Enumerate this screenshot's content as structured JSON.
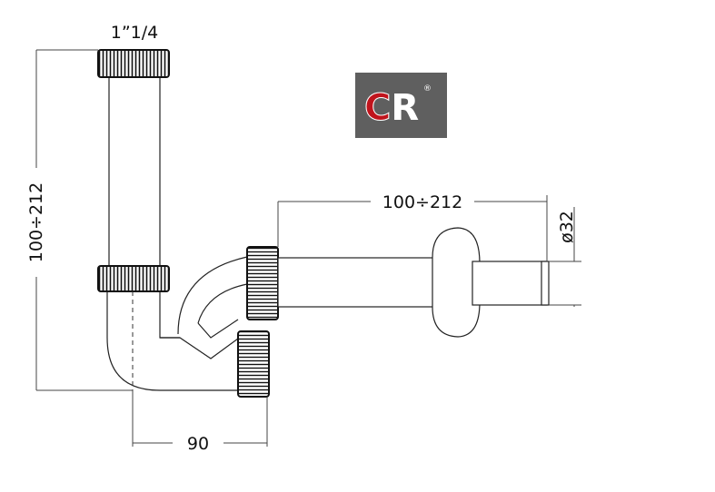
{
  "dimensions": {
    "top_thread": "1”1/4",
    "vertical_length": "100÷212",
    "horizontal_length": "100÷212",
    "diameter": "ø32",
    "offset": "90"
  },
  "logo": {
    "text": "CR",
    "registered": "®",
    "background": "#5f5f5f",
    "color_c": "#c0141c",
    "color_r": "#ffffff"
  }
}
